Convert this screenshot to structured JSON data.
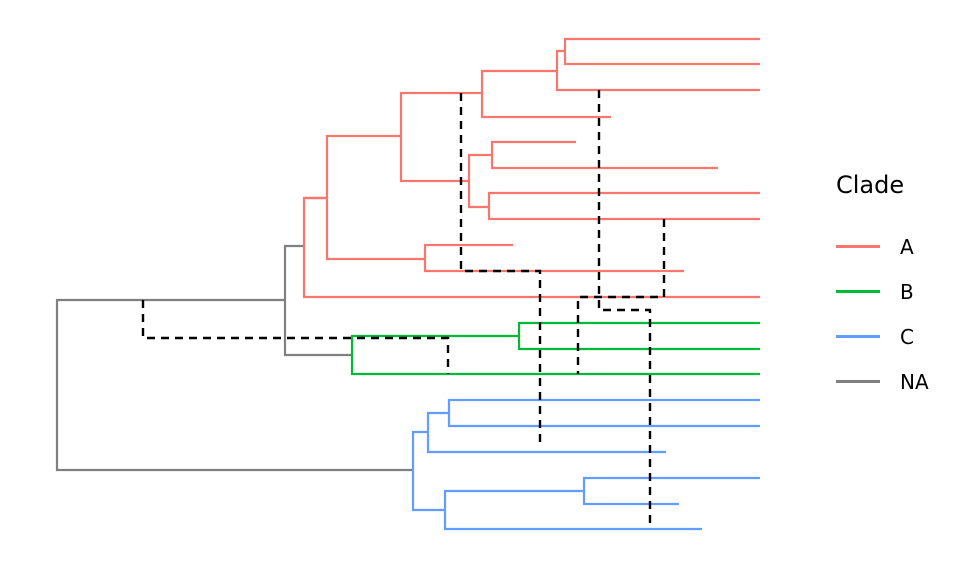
{
  "colors": {
    "A": "#F8766D",
    "B": "#00BA38",
    "C": "#619CFF",
    "NA": "#808080",
    "link": "#000000"
  },
  "legend": {
    "title": "Clade",
    "items": [
      {
        "label": "A",
        "color": "#F8766D"
      },
      {
        "label": "B",
        "color": "#00BA38"
      },
      {
        "label": "C",
        "color": "#619CFF"
      },
      {
        "label": "NA",
        "color": "#808080"
      }
    ]
  }
}
